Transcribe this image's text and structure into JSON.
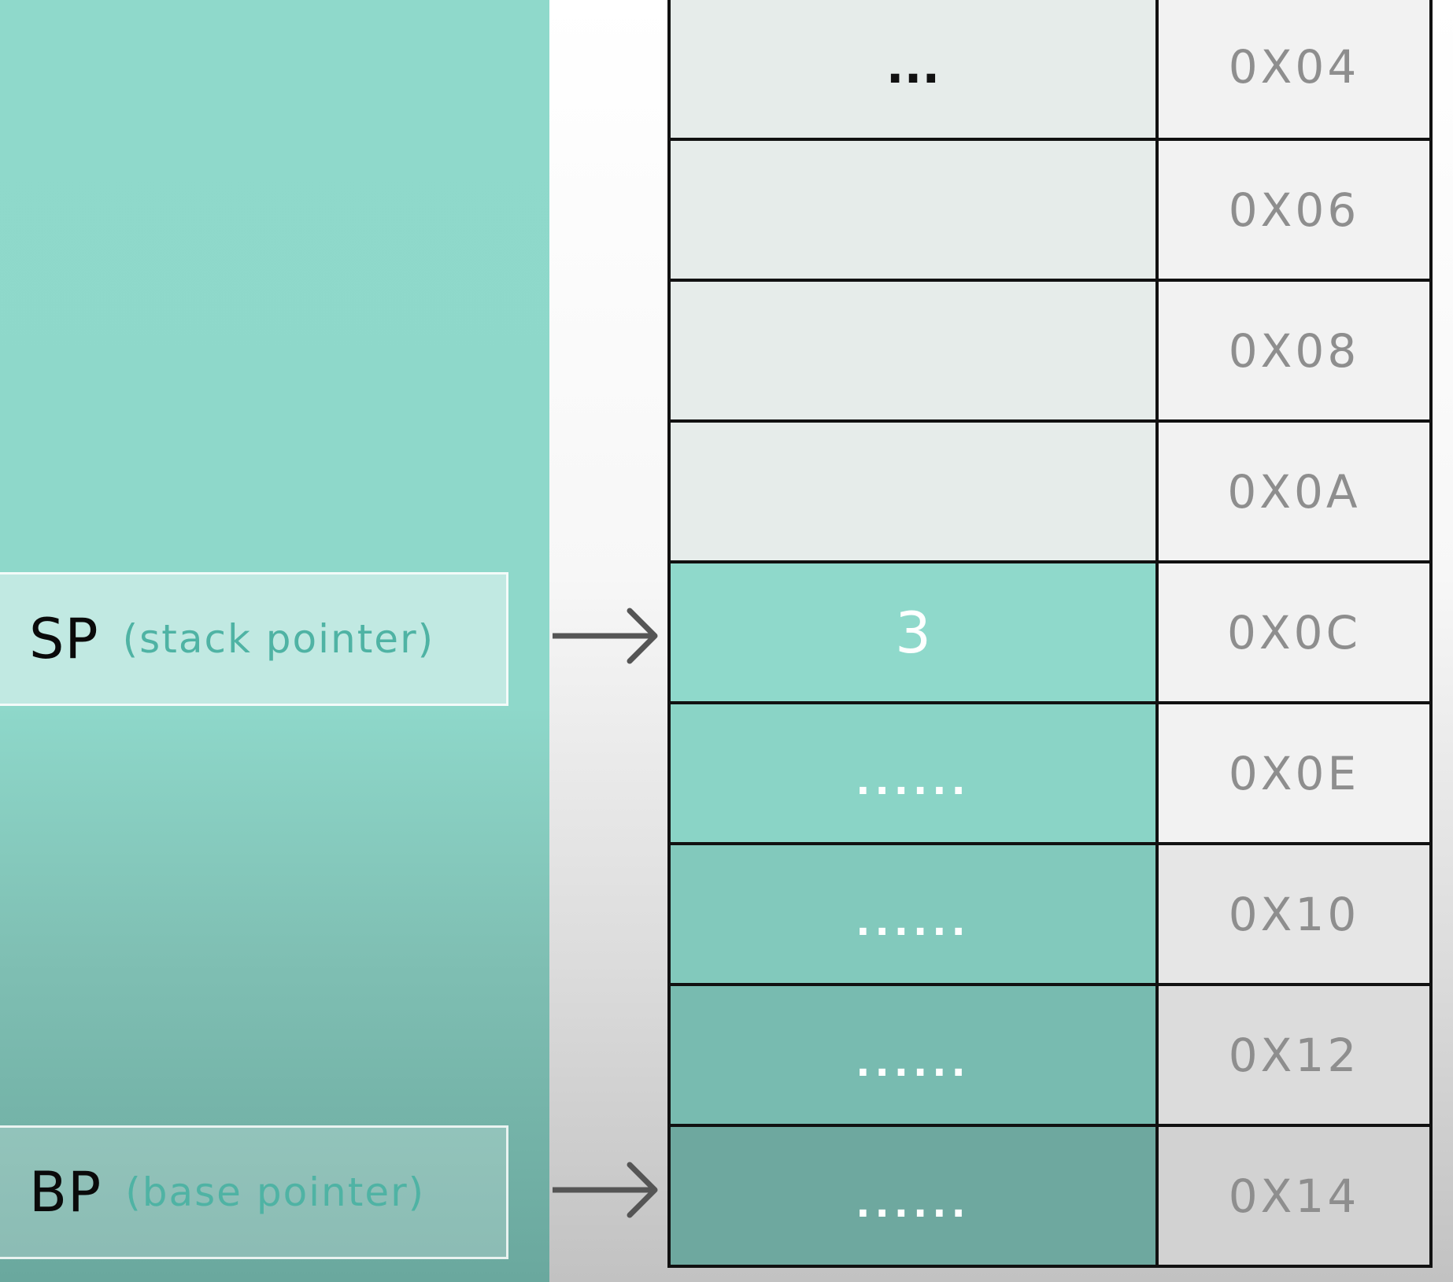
{
  "registers": {
    "sp": {
      "name": "SP",
      "desc": "(stack pointer)"
    },
    "bp": {
      "name": "BP",
      "desc": "(base pointer)"
    }
  },
  "stack": [
    {
      "value": "...",
      "address": "0X04"
    },
    {
      "value": "",
      "address": "0X06"
    },
    {
      "value": "",
      "address": "0X08"
    },
    {
      "value": "",
      "address": "0X0A"
    },
    {
      "value": "3",
      "address": "0X0C"
    },
    {
      "value": "......",
      "address": "0X0E"
    },
    {
      "value": "......",
      "address": "0X10"
    },
    {
      "value": "......",
      "address": "0X12"
    },
    {
      "value": "......",
      "address": "0X14"
    }
  ],
  "colors": {
    "accent": "#8fd9cb",
    "empty_cell": "#e6ecea",
    "address_text": "#8e8e8e",
    "desc_text": "#4fb3a4",
    "arrow": "#555555"
  }
}
